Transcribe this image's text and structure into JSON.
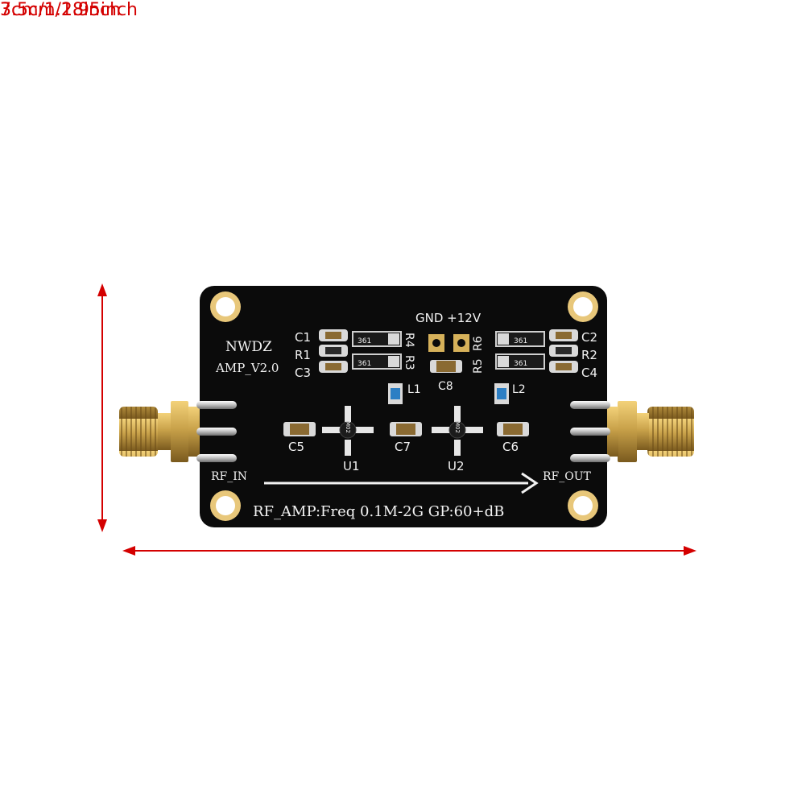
{
  "dimensions": {
    "height": "3cm/1.18inch",
    "width": "7.5cm/2.95inch"
  },
  "colors": {
    "arrow": "#d40000",
    "board": "#0b0b0b",
    "gold": "#c9a24a",
    "silkscreen": "#f2f2f2"
  },
  "board": {
    "brand": "NWDZ",
    "version": "AMP_V2.0",
    "power": "GND +12V",
    "rf_in": "RF_IN",
    "rf_out": "RF_OUT",
    "spec": "RF_AMP:Freq  0.1M-2G  GP:60+dB",
    "labels": {
      "c1": "C1",
      "r1": "R1",
      "c3": "C3",
      "c2": "C2",
      "r2": "R2",
      "c4": "C4",
      "r4": "R4",
      "r3": "R3",
      "r5": "R5",
      "r6": "R6",
      "l1": "L1",
      "l2": "L2",
      "c8": "C8",
      "c5": "C5",
      "c7": "C7",
      "c6": "C6",
      "u1": "U1",
      "u2": "U2"
    },
    "resistor_code": "361",
    "chip_marking": "M02"
  }
}
